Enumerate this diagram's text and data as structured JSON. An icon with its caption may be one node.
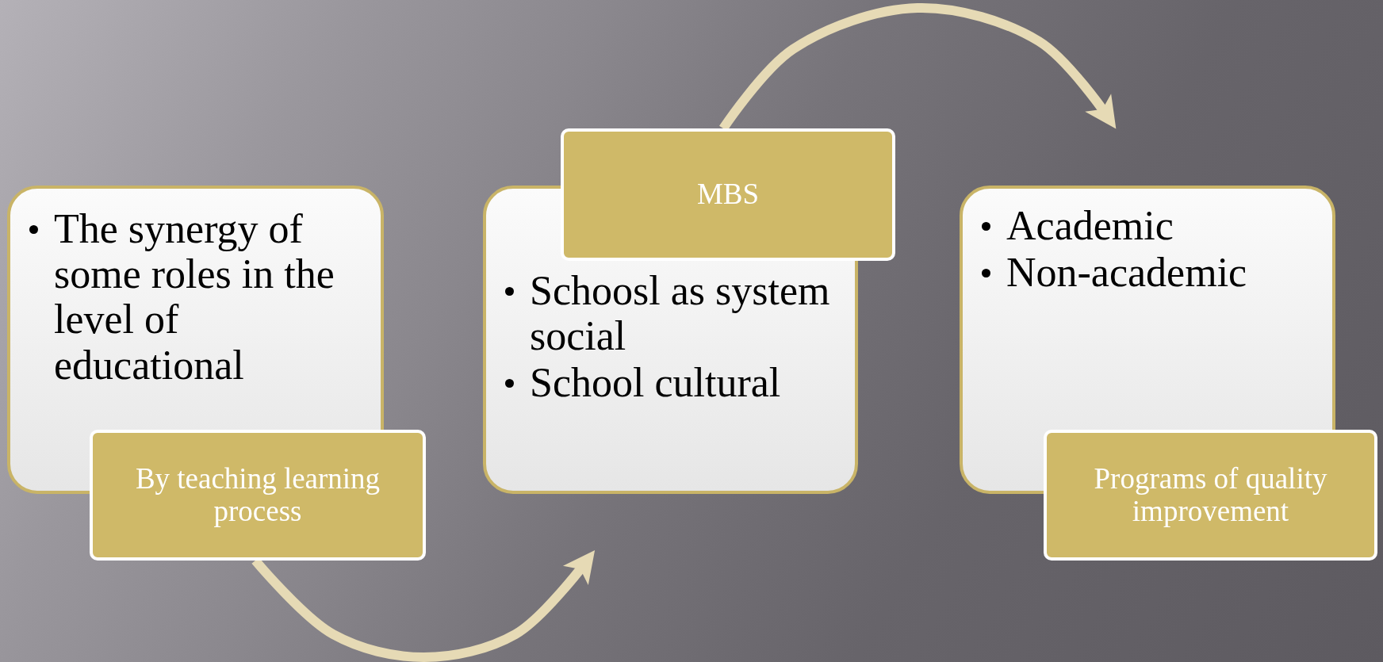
{
  "diagram": {
    "nodes": [
      {
        "text": [
          "The synergy of some roles in the level of educational"
        ]
      },
      {
        "text": [
          "By teaching learning process"
        ]
      },
      {
        "text": [
          "Schoosl as system social",
          "School cultural"
        ]
      },
      {
        "text": [
          "MBS"
        ]
      },
      {
        "text": [
          "Academic",
          "Non-academic"
        ]
      },
      {
        "text": [
          "Programs of quality improvement"
        ]
      }
    ],
    "edges": [
      {
        "from": 1,
        "to": null,
        "arrow": "to"
      },
      {
        "from": 3,
        "to": null,
        "arrow": "to"
      }
    ]
  }
}
